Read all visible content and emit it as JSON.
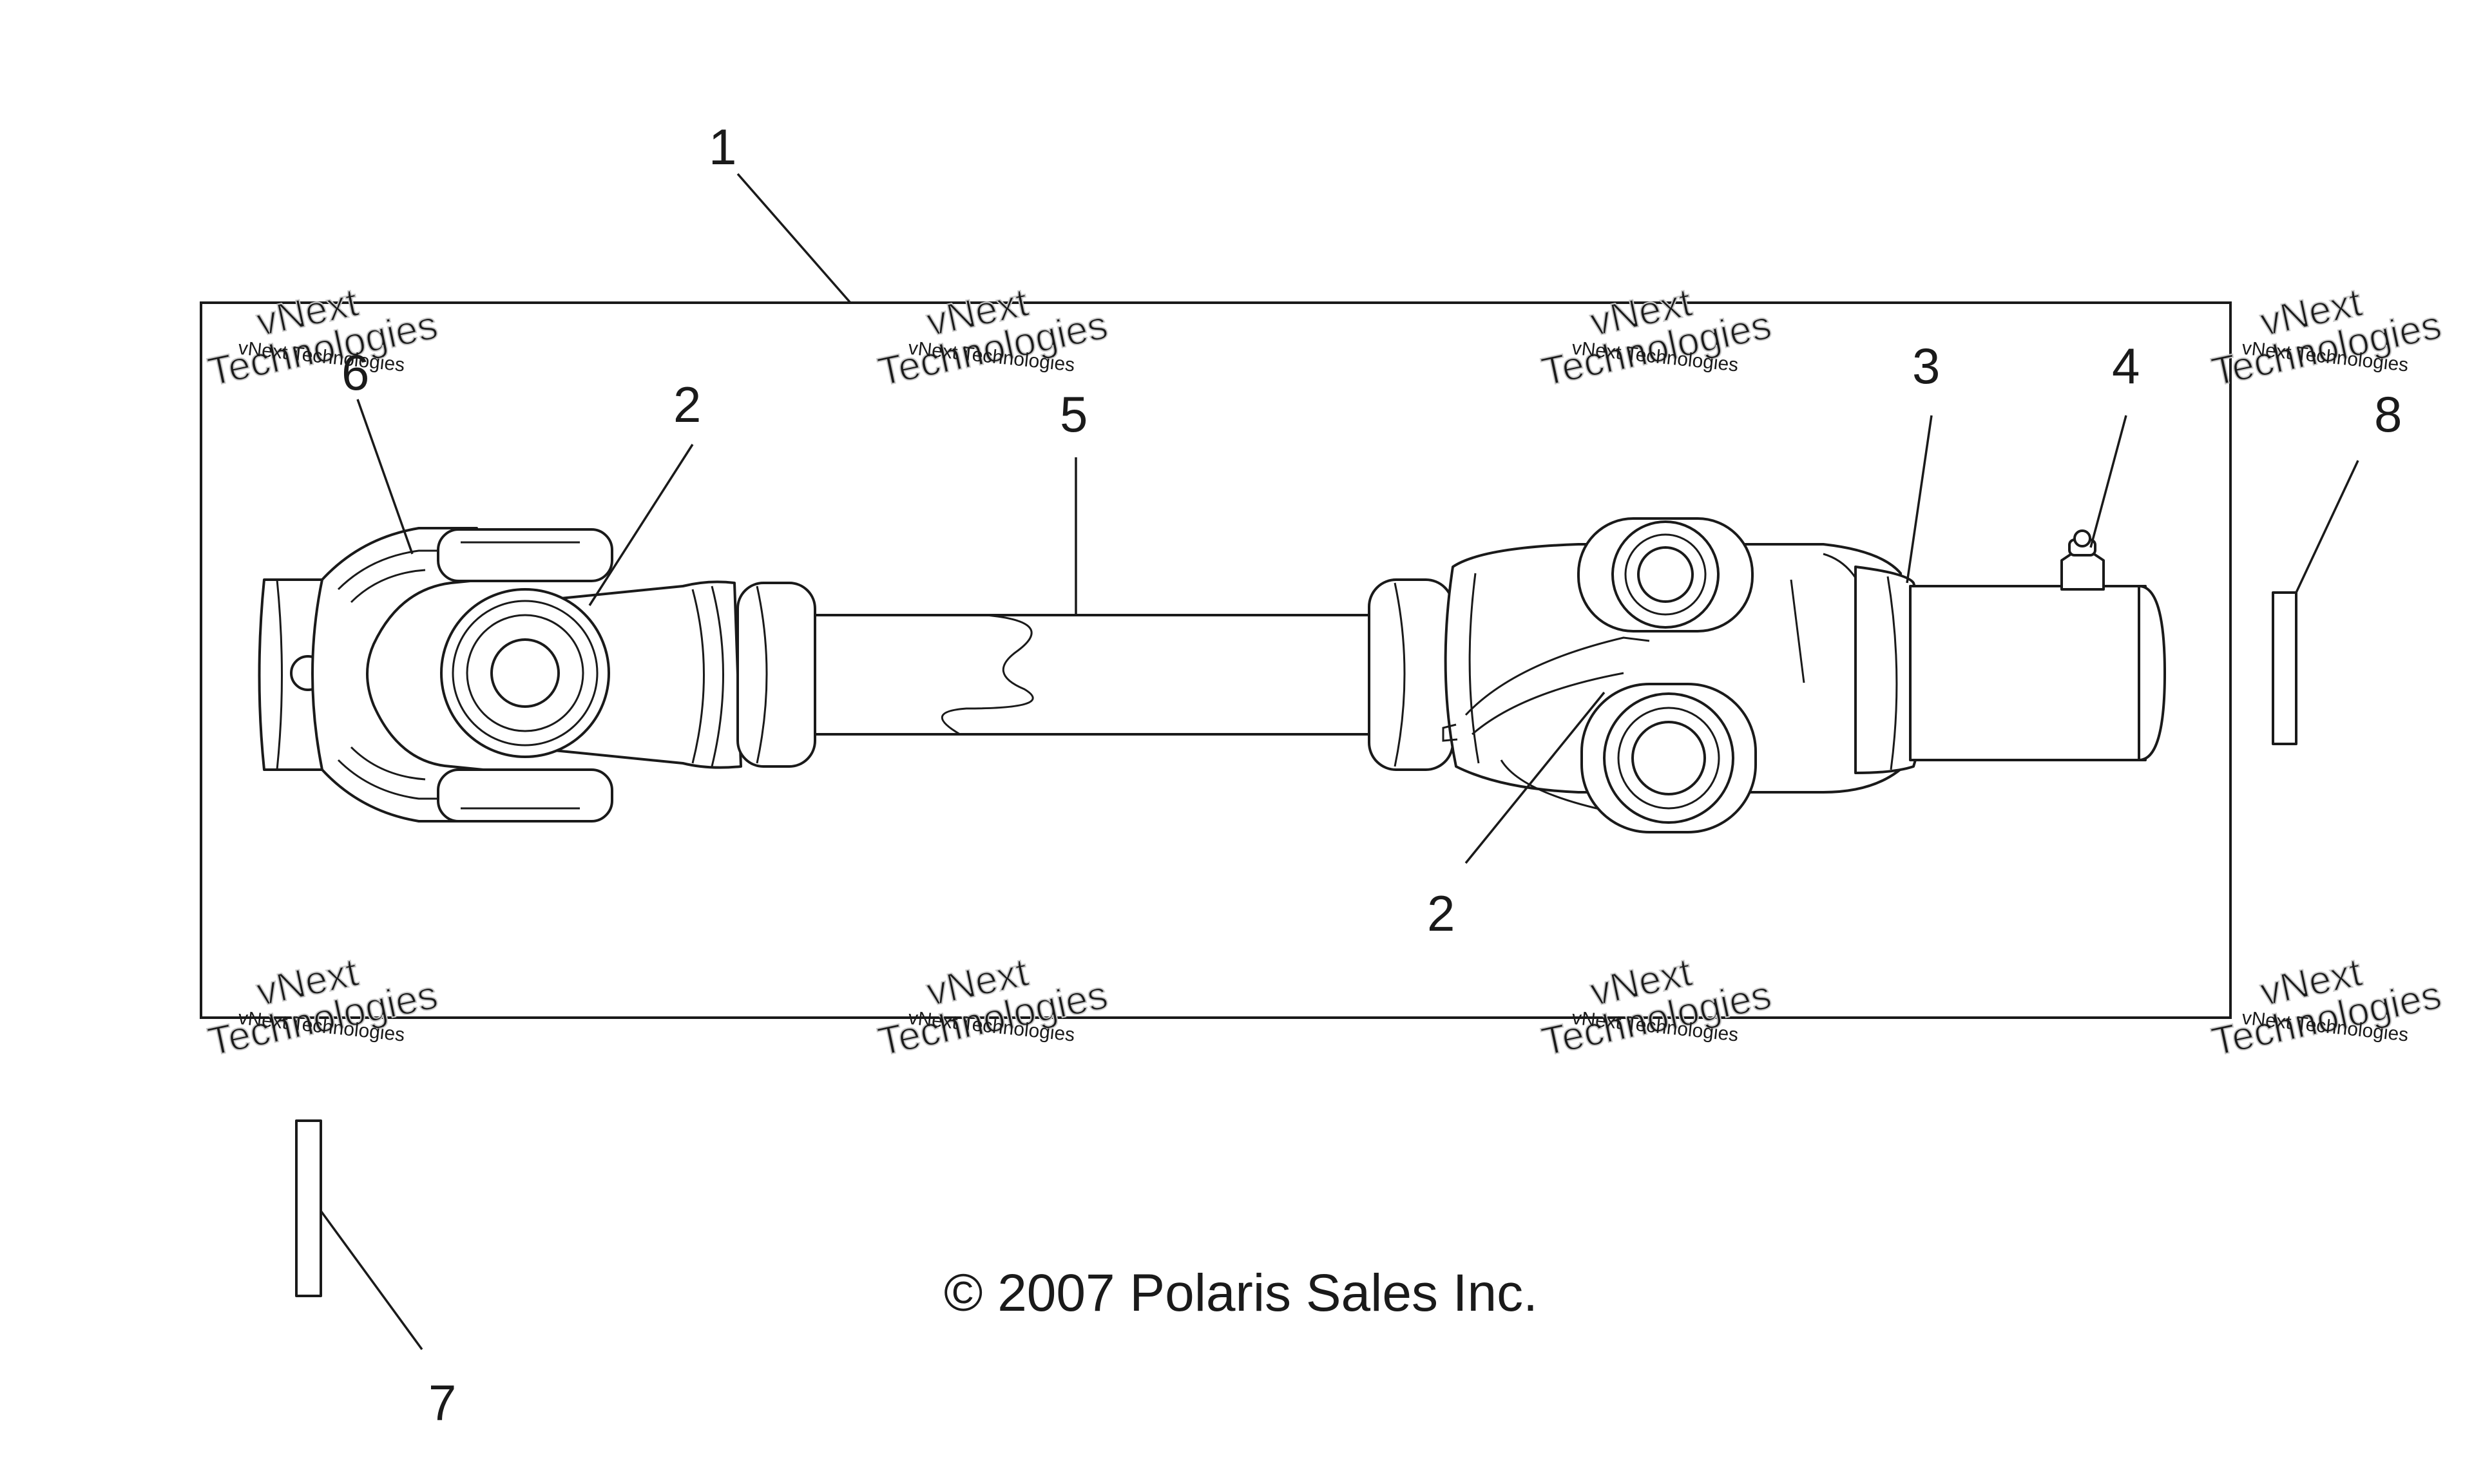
{
  "callouts": {
    "c1": "1",
    "c2a": "2",
    "c2b": "2",
    "c3": "3",
    "c4": "4",
    "c5": "5",
    "c6": "6",
    "c7": "7",
    "c8": "8"
  },
  "copyright": "© 2007 Polaris Sales Inc.",
  "watermark": {
    "line1": "vNext Technologies",
    "big1": "vNext",
    "big2": "Technologies"
  }
}
